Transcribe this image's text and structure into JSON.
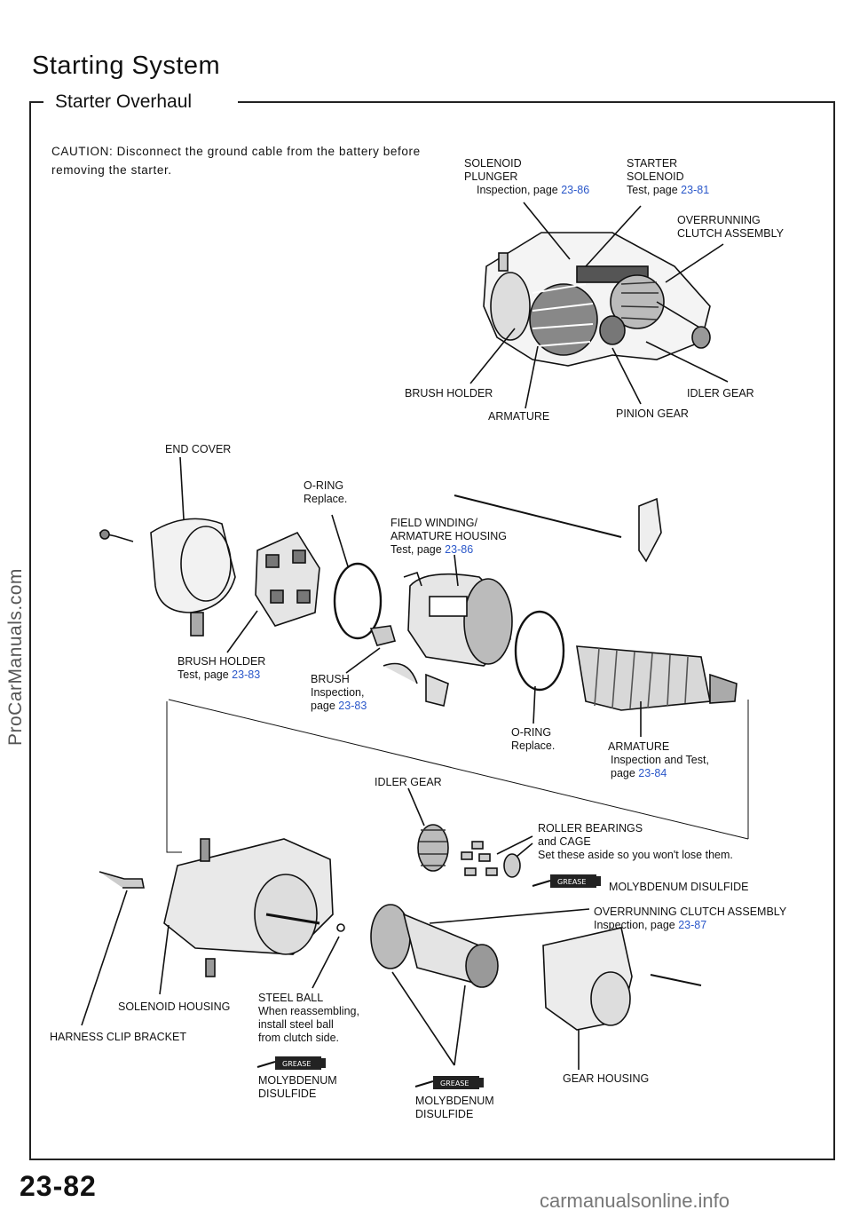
{
  "header": {
    "section_title": "Starting System",
    "subsection_title": "Starter Overhaul"
  },
  "caution": "CAUTION: Disconnect the ground cable from the battery before removing the starter.",
  "top_labels": {
    "solenoid_plunger": [
      "SOLENOID",
      "PLUNGER",
      "Inspection, page"
    ],
    "solenoid_plunger_ref": "23-86",
    "starter_solenoid": [
      "STARTER",
      "SOLENOID",
      "Test, page"
    ],
    "starter_solenoid_ref": "23-81",
    "overrunning_clutch_assembly": [
      "OVERRUNNING",
      "CLUTCH ASSEMBLY"
    ],
    "brush_holder": "BRUSH HOLDER",
    "armature": "ARMATURE",
    "idler_gear": "IDLER GEAR",
    "pinion_gear": "PINION GEAR"
  },
  "exploded_labels": {
    "end_cover": "END COVER",
    "o_ring_1": [
      "O-RING",
      "Replace."
    ],
    "field_winding": [
      "FIELD WINDING/",
      "ARMATURE HOUSING",
      "Test, page"
    ],
    "field_winding_ref": "23-86",
    "brush_holder": [
      "BRUSH HOLDER",
      "Test, page"
    ],
    "brush_holder_ref": "23-83",
    "brush": [
      "BRUSH",
      "Inspection,",
      "page"
    ],
    "brush_ref": "23-83",
    "o_ring_2": [
      "O-RING",
      "Replace."
    ],
    "armature": [
      "ARMATURE",
      "Inspection and Test,",
      "page"
    ],
    "armature_ref": "23-84",
    "idler_gear": "IDLER GEAR",
    "roller_bearings": [
      "ROLLER BEARINGS",
      "and CAGE",
      "Set these aside so you won't lose them."
    ],
    "moly_1": "MOLYBDENUM DISULFIDE",
    "overrunning_clutch": [
      "OVERRUNNING CLUTCH ASSEMBLY",
      "Inspection, page"
    ],
    "overrunning_clutch_ref": "23-87",
    "solenoid_housing": "SOLENOID HOUSING",
    "harness_clip_bracket": "HARNESS CLIP BRACKET",
    "steel_ball": [
      "STEEL BALL",
      "When reassembling,",
      "install steel ball",
      "from clutch side."
    ],
    "moly_2": [
      "MOLYBDENUM",
      "DISULFIDE"
    ],
    "moly_3": [
      "MOLYBDENUM",
      "DISULFIDE"
    ],
    "gear_housing": "GEAR HOUSING",
    "grease_tag": "GREASE"
  },
  "footer": {
    "page_number": "23-82",
    "watermark_side": "ProCarManuals.com",
    "watermark_bottom": "carmanualsonline.info"
  },
  "colors": {
    "link": "#2a57c9",
    "ink": "#111111"
  }
}
